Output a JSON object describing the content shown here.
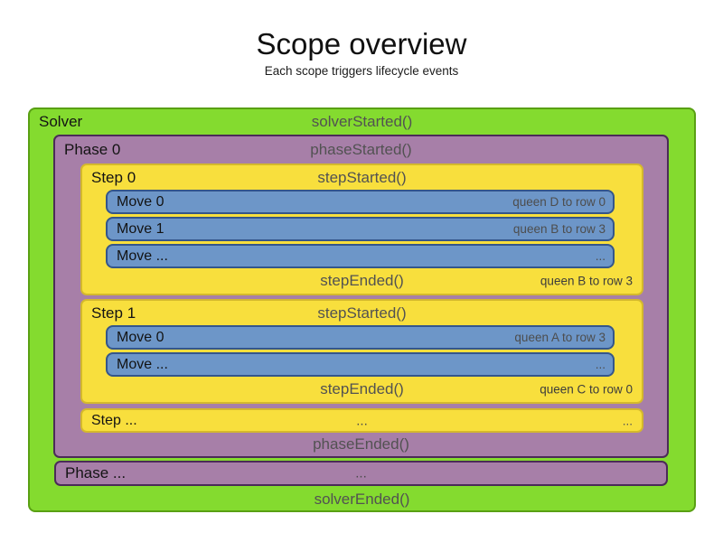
{
  "title": "Scope overview",
  "subtitle": "Each scope triggers lifecycle events",
  "colors": {
    "solver_green": "#84db2f",
    "phase_purple": "#a77fa8",
    "step_yellow": "#f8df3d",
    "move_blue": "#6d96c8"
  },
  "solver": {
    "label": "Solver",
    "started": "solverStarted()",
    "ended": "solverEnded()",
    "phases": [
      {
        "label": "Phase 0",
        "started": "phaseStarted()",
        "ended": "phaseEnded()",
        "steps": [
          {
            "label": "Step 0",
            "started": "stepStarted()",
            "ended": "stepEnded()",
            "ended_note": "queen B to row 3",
            "moves": [
              {
                "label": "Move 0",
                "note": "queen D to row 0"
              },
              {
                "label": "Move 1",
                "note": "queen B to row 3"
              },
              {
                "label": "Move ...",
                "note": "..."
              }
            ]
          },
          {
            "label": "Step 1",
            "started": "stepStarted()",
            "ended": "stepEnded()",
            "ended_note": "queen C to row 0",
            "moves": [
              {
                "label": "Move 0",
                "note": "queen A to row 3"
              },
              {
                "label": "Move ...",
                "note": "..."
              }
            ]
          }
        ],
        "more_step": {
          "label": "Step ...",
          "center": "...",
          "right": "..."
        }
      }
    ],
    "more_phase": {
      "label": "Phase ...",
      "center": "..."
    }
  }
}
